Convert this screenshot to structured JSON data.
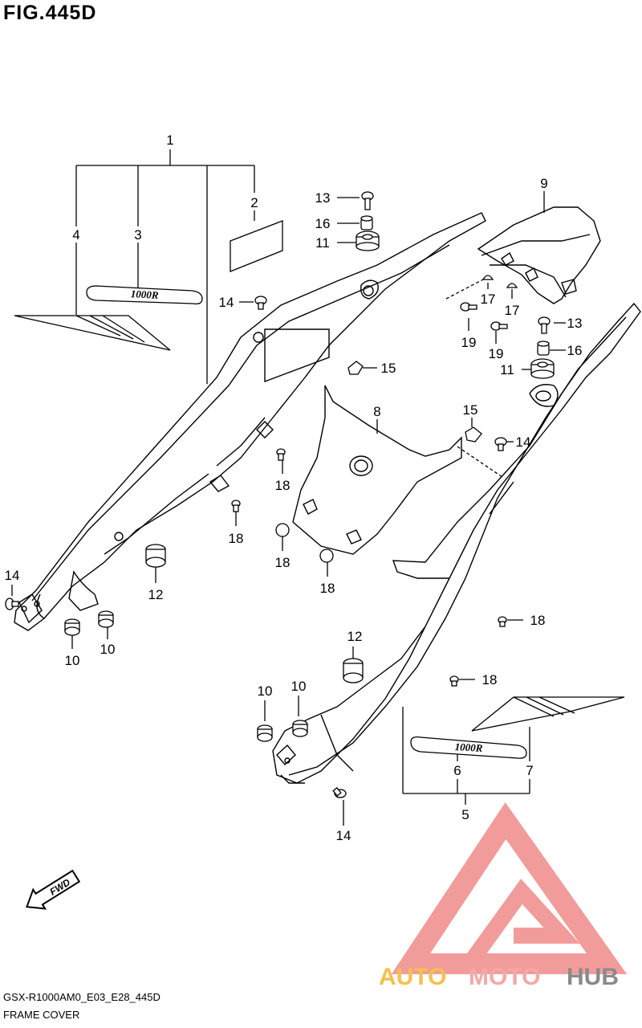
{
  "figure": {
    "title": "FIG.445D",
    "code": "GSX-R1000AM0_E03_E28_445D",
    "name": "FRAME COVER"
  },
  "callouts": {
    "c1": "1",
    "c2": "2",
    "c3": "3",
    "c4": "4",
    "c5": "5",
    "c6": "6",
    "c7": "7",
    "c8": "8",
    "c9": "9",
    "c10a": "10",
    "c10b": "10",
    "c10c": "10",
    "c10d": "10",
    "c11a": "11",
    "c11b": "11",
    "c12a": "12",
    "c12b": "12",
    "c13a": "13",
    "c13b": "13",
    "c14a": "14",
    "c14b": "14",
    "c14c": "14",
    "c14d": "14",
    "c15a": "15",
    "c15b": "15",
    "c16a": "16",
    "c16b": "16",
    "c17a": "17",
    "c17b": "17",
    "c18a": "18",
    "c18b": "18",
    "c18c": "18",
    "c18d": "18",
    "c18e": "18",
    "c18f": "18",
    "c19a": "19",
    "c19b": "19"
  },
  "decals": {
    "emblem_text": "1000R"
  },
  "fwd_arrow": {
    "label": "FWD"
  },
  "watermark": {
    "auto": "AUTO",
    "moto": "MOTO",
    "hub": "HUB",
    "colors": {
      "auto": "#f5c04d",
      "moto": "#f5a7a7",
      "hub": "#8a8a8a",
      "logo": "#f08a8a"
    }
  }
}
